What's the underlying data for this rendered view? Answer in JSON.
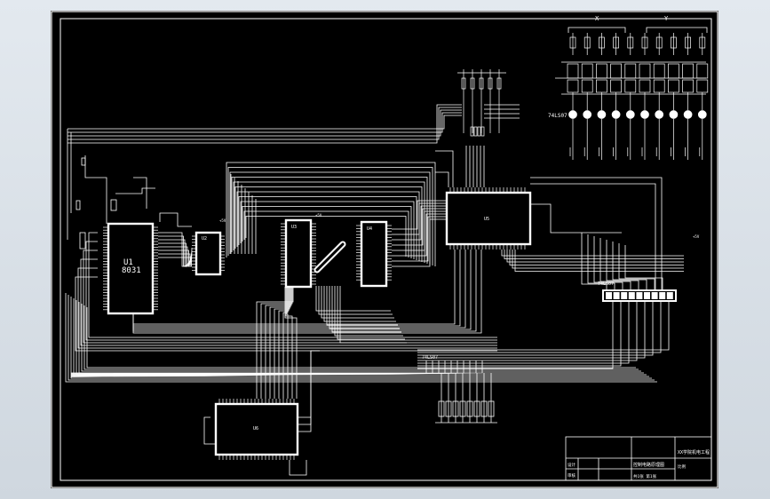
{
  "drawing": {
    "background_color": "#000000",
    "line_color": "#ffffff",
    "frame_color": "#ffffff"
  },
  "chips": {
    "u1_ref": "U1",
    "u1_part": "8031",
    "u2_ref": "U2",
    "u3_ref": "U3",
    "u4_ref": "U4",
    "u5_ref": "U5",
    "u6_ref": "U6"
  },
  "labels": {
    "driver_top": "74LS07",
    "driver_right": "74LS07",
    "driver_bottom": "74LS07",
    "bracket_x": "X",
    "bracket_y": "Y",
    "vcc": "+5V"
  },
  "title_block": {
    "company": "XX学院机电工程",
    "drawing_title": "控制电路原理图",
    "designer_label": "设计",
    "checker_label": "审核",
    "sheet_label": "共1张 第1张",
    "scale_label": "比例"
  }
}
